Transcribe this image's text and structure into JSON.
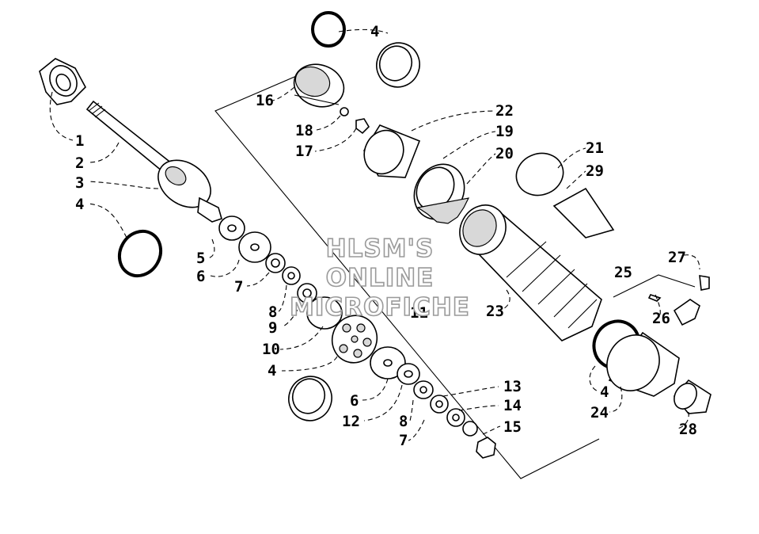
{
  "diagram": {
    "watermark": [
      "HLSM'S",
      "ONLINE",
      "MICROFICHE"
    ],
    "callouts": [
      {
        "id": "c1",
        "text": "1"
      },
      {
        "id": "c2",
        "text": "2"
      },
      {
        "id": "c3",
        "text": "3"
      },
      {
        "id": "c4a",
        "text": "4"
      },
      {
        "id": "c4b",
        "text": "4"
      },
      {
        "id": "c4c",
        "text": "4"
      },
      {
        "id": "c4d",
        "text": "4"
      },
      {
        "id": "c5",
        "text": "5"
      },
      {
        "id": "c6a",
        "text": "6"
      },
      {
        "id": "c6b",
        "text": "6"
      },
      {
        "id": "c7a",
        "text": "7"
      },
      {
        "id": "c7b",
        "text": "7"
      },
      {
        "id": "c8a",
        "text": "8"
      },
      {
        "id": "c8b",
        "text": "8"
      },
      {
        "id": "c9",
        "text": "9"
      },
      {
        "id": "c10",
        "text": "10"
      },
      {
        "id": "c11",
        "text": "11"
      },
      {
        "id": "c12",
        "text": "12"
      },
      {
        "id": "c13",
        "text": "13"
      },
      {
        "id": "c14",
        "text": "14"
      },
      {
        "id": "c15",
        "text": "15"
      },
      {
        "id": "c16",
        "text": "16"
      },
      {
        "id": "c17",
        "text": "17"
      },
      {
        "id": "c18",
        "text": "18"
      },
      {
        "id": "c19",
        "text": "19"
      },
      {
        "id": "c20",
        "text": "20"
      },
      {
        "id": "c21",
        "text": "21"
      },
      {
        "id": "c22",
        "text": "22"
      },
      {
        "id": "c23",
        "text": "23"
      },
      {
        "id": "c24",
        "text": "24"
      },
      {
        "id": "c25",
        "text": "25"
      },
      {
        "id": "c26",
        "text": "26"
      },
      {
        "id": "c27",
        "text": "27"
      },
      {
        "id": "c28",
        "text": "28"
      },
      {
        "id": "c29",
        "text": "29"
      }
    ]
  }
}
